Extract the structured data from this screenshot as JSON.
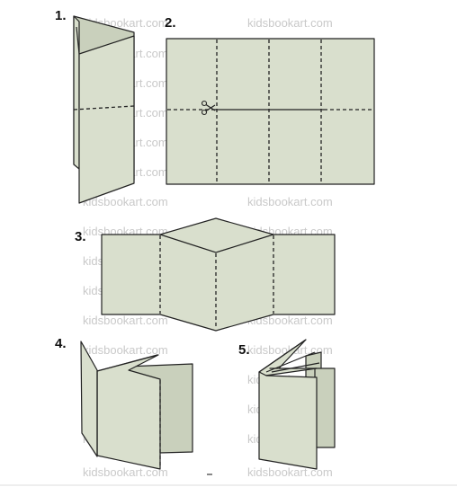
{
  "steps": [
    {
      "number": "1."
    },
    {
      "number": "2."
    },
    {
      "number": "3."
    },
    {
      "number": "4."
    },
    {
      "number": "5."
    }
  ],
  "watermark": "kidsbookart.com",
  "colors": {
    "paper": "#d9dfcd",
    "paper_shadow": "#c9d0bc",
    "line": "#222222",
    "watermark": "#c9c9c9"
  },
  "icons": {
    "scissors": "scissors-icon"
  }
}
